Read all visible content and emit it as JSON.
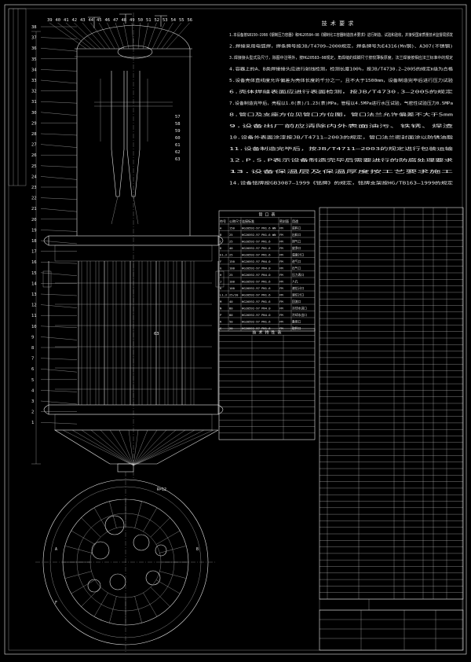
{
  "requirements": {
    "title": "技 术 要 求",
    "items": [
      "1.本设备按GB150—1998《钢制压力容器》和HG20584—98《钢制化工容器制造技术要求》进行制造、试验和验收，并接受国家质量技术监督局颁发",
      "2.焊接采用电弧焊，焊条牌号按JB/T4709—2000规定，焊条牌号为E4316(Mn钢)、A307(不锈钢)",
      "3.焊接接头型式及尺寸，除图中注明外，按HG20583—98规定，角焊缝的焊脚尺寸按较薄板厚度，法兰焊接按相应法兰标准中的规定",
      "4.容器上的A、B类焊接接头应进行射线检测，检测长度100%，按JB/T4730.2—2005的规定Ⅱ级为合格",
      "5.设备壳体直线度允许偏差为壳体长度的千分之一，且不大于1500mm，设备制造完毕后进行压力试验",
      "6.壳体焊缝表面应进行表面检测，按JB/T4730.3—2005的规定",
      "7.设备制造完毕后，壳程以1.0(表)/1.23(表)MPa，管程以4.5MPa进行水压试验，气密性试验压力0.5MPa",
      "8.管口及支座方位见管口方位图，管口法兰允许偏差不大于5mm",
      "9.设备出厂前应清除内外表面油污、铁锈、焊渣",
      "10.设备外表面涂漆按JB/T4711—2003的规定，管口法兰密封面涂以防锈油脂",
      "11.设备制造完毕后，按JB/T4711—2003的规定进行包装运输",
      "12.P.S.P表示设备制造完毕后需要进行的防腐处理要求",
      "13.设备保温层及保温厚度按工艺要求施工",
      "14.设备铭牌按GB3087—1999《铭牌》的规定，铭牌支架按HG/TB163—1999的规定"
    ]
  },
  "nozzle_table": {
    "headers": [
      "符号",
      "公称尺寸",
      "连接标准",
      "密封面",
      "用途"
    ],
    "title": "管 口 表",
    "rows": [
      [
        "A",
        "150",
        "HG20592-97 PN1.6 WN",
        "FM",
        "进料口"
      ],
      [
        "B",
        "25",
        "HG20592-97 PN1.6 WN",
        "FM",
        "出料口"
      ],
      [
        "C",
        "25",
        "HG20592-97 PN1.6",
        "FM",
        "排气口"
      ],
      [
        "D",
        "40",
        "HG20592-97 PN1.6",
        "FM",
        "放净口"
      ],
      [
        "E1,2",
        "25",
        "HG20592-97 PN1.6",
        "FM",
        "温度计口"
      ],
      [
        "F",
        "150",
        "HG20592-97 PN4.0",
        "FM",
        "进气口"
      ],
      [
        "G",
        "100",
        "HG20592-97 PN4.0",
        "FM",
        "出气口"
      ],
      [
        "H",
        "25",
        "HG20592-97 PN4.0",
        "FM",
        "压力表口"
      ],
      [
        "J",
        "100",
        "HG20592-97 PN1.6",
        "FM",
        "人孔"
      ],
      [
        "K",
        "100",
        "HG20592-97 PN1.6",
        "FM",
        "液位计口"
      ],
      [
        "L1,2",
        "25/20",
        "HG20592-97 PN1.6",
        "FM",
        "液位计口"
      ],
      [
        "M",
        "40",
        "HG20592-97 PN1.6",
        "FM",
        "回流口"
      ],
      [
        "N",
        "80",
        "HG20592-97 PN4.0",
        "FM",
        "冷却水进口"
      ],
      [
        "P",
        "80",
        "HG20592-97 PN4.0",
        "FM",
        "冷却水出口"
      ],
      [
        "R",
        "50",
        "HG20592-97 PN1.6",
        "FM",
        "备用口"
      ],
      [
        "S",
        "20",
        "HG20592-97 PN1.6",
        "FM",
        "取样口"
      ]
    ]
  },
  "char_table": {
    "title": "技 术 特 性 表",
    "rows": [
      [
        "",
        "",
        ""
      ],
      [
        "",
        "",
        ""
      ],
      [
        "",
        "",
        ""
      ],
      [
        "",
        "",
        ""
      ],
      [
        "",
        "",
        ""
      ],
      [
        "",
        "",
        ""
      ],
      [
        "",
        "",
        ""
      ],
      [
        "",
        "",
        ""
      ],
      [
        "",
        "",
        ""
      ],
      [
        "",
        "",
        ""
      ],
      [
        "",
        "",
        ""
      ],
      [
        "",
        "",
        ""
      ],
      [
        "",
        "",
        ""
      ],
      [
        "",
        "",
        ""
      ],
      [
        "",
        "",
        ""
      ],
      [
        "",
        "",
        ""
      ]
    ]
  },
  "main_labels": {
    "top": [
      "39",
      "40",
      "41",
      "42",
      "43",
      "44",
      "45",
      "46",
      "47",
      "48",
      "49",
      "50",
      "51",
      "52",
      "53",
      "54",
      "55",
      "56"
    ],
    "left": [
      "38",
      "37",
      "36",
      "35",
      "34",
      "33",
      "32",
      "31",
      "30",
      "29",
      "28",
      "27",
      "26",
      "25",
      "24",
      "23",
      "22",
      "21",
      "20",
      "19",
      "18",
      "17",
      "16",
      "15",
      "14",
      "13",
      "12",
      "11",
      "10",
      "9",
      "8",
      "7",
      "6",
      "5",
      "4",
      "3",
      "2",
      "1"
    ],
    "right": [
      "57",
      "58",
      "59",
      "60",
      "61",
      "62",
      "63"
    ],
    "dims": [
      "A",
      "F",
      "B",
      "R=12"
    ]
  },
  "title_block": {
    "name": "",
    "drawing_no": "",
    "scale": "",
    "sheet": ""
  }
}
